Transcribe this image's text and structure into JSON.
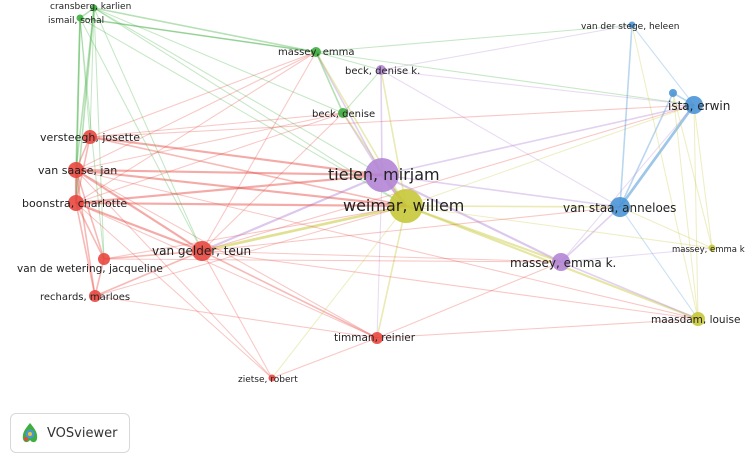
{
  "diagram": {
    "colors": {
      "red": "#e8473f",
      "green": "#3fae3f",
      "blue": "#4a95d6",
      "purple": "#b486d6",
      "yellow": "#c8c83a"
    },
    "nodes": [
      {
        "id": "cransberg",
        "label": "cransberg, karlien",
        "cluster": "green",
        "weight": 1
      },
      {
        "id": "ismail",
        "label": "ismail, sohal",
        "cluster": "green",
        "weight": 1
      },
      {
        "id": "massey_emma",
        "label": "massey, emma",
        "cluster": "green",
        "weight": 2
      },
      {
        "id": "beck_denise",
        "label": "beck, denise",
        "cluster": "green",
        "weight": 2
      },
      {
        "id": "beck_denise_k",
        "label": "beck, denise k.",
        "cluster": "purple",
        "weight": 2
      },
      {
        "id": "versteegh",
        "label": "versteegh, josette",
        "cluster": "red",
        "weight": 2
      },
      {
        "id": "van_saase",
        "label": "van saase, jan",
        "cluster": "red",
        "weight": 3
      },
      {
        "id": "boonstra",
        "label": "boonstra, charlotte",
        "cluster": "red",
        "weight": 3
      },
      {
        "id": "van_gelder",
        "label": "van gelder, teun",
        "cluster": "red",
        "weight": 4
      },
      {
        "id": "van_de_wetering",
        "label": "van de wetering, jacqueline",
        "cluster": "red",
        "weight": 2
      },
      {
        "id": "rechards",
        "label": "rechards, marloes",
        "cluster": "red",
        "weight": 2
      },
      {
        "id": "timman",
        "label": "timman, reinier",
        "cluster": "red",
        "weight": 2
      },
      {
        "id": "zietse",
        "label": "zietse, robert",
        "cluster": "red",
        "weight": 1
      },
      {
        "id": "tielen",
        "label": "tielen, mirjam",
        "cluster": "purple",
        "weight": 8
      },
      {
        "id": "weimar",
        "label": "weimar, willem",
        "cluster": "yellow",
        "weight": 8
      },
      {
        "id": "massey_emma_k",
        "label": "massey, emma k.",
        "cluster": "purple",
        "weight": 4
      },
      {
        "id": "van_der_stege",
        "label": "van der stege, heleen",
        "cluster": "blue",
        "weight": 1
      },
      {
        "id": "blue_small",
        "label": "",
        "cluster": "blue",
        "weight": 1
      },
      {
        "id": "ista",
        "label": "ista, erwin",
        "cluster": "blue",
        "weight": 4
      },
      {
        "id": "van_staa",
        "label": "van staa, anneloes",
        "cluster": "blue",
        "weight": 4
      },
      {
        "id": "massey_emma_k2",
        "label": "massey, emma k",
        "cluster": "yellow",
        "weight": 1
      },
      {
        "id": "maasdam",
        "label": "maasdam, louise",
        "cluster": "yellow",
        "weight": 3
      }
    ],
    "edges": [
      [
        "tielen",
        "weimar",
        5
      ],
      [
        "tielen",
        "van_gelder",
        3
      ],
      [
        "weimar",
        "van_gelder",
        4
      ],
      [
        "tielen",
        "massey_emma_k",
        3
      ],
      [
        "weimar",
        "massey_emma_k",
        3
      ],
      [
        "tielen",
        "van_staa",
        2
      ],
      [
        "weimar",
        "van_staa",
        2
      ],
      [
        "tielen",
        "ista",
        2
      ],
      [
        "weimar",
        "ista",
        1
      ],
      [
        "van_staa",
        "ista",
        4
      ],
      [
        "van_staa",
        "van_der_stege",
        2
      ],
      [
        "ista",
        "van_der_stege",
        1
      ],
      [
        "ista",
        "blue_small",
        2
      ],
      [
        "van_staa",
        "blue_small",
        2
      ],
      [
        "weimar",
        "maasdam",
        3
      ],
      [
        "massey_emma_k",
        "maasdam",
        2
      ],
      [
        "van_staa",
        "maasdam",
        1
      ],
      [
        "weimar",
        "massey_emma_k2",
        1
      ],
      [
        "massey_emma_k",
        "van_staa",
        2
      ],
      [
        "tielen",
        "beck_denise_k",
        2
      ],
      [
        "weimar",
        "beck_denise_k",
        2
      ],
      [
        "tielen",
        "beck_denise",
        2
      ],
      [
        "weimar",
        "beck_denise",
        2
      ],
      [
        "tielen",
        "massey_emma",
        2
      ],
      [
        "weimar",
        "massey_emma",
        2
      ],
      [
        "massey_emma",
        "beck_denise",
        2
      ],
      [
        "massey_emma",
        "cransberg",
        2
      ],
      [
        "massey_emma",
        "ismail",
        2
      ],
      [
        "cransberg",
        "ismail",
        2
      ],
      [
        "cransberg",
        "van_saase",
        2
      ],
      [
        "ismail",
        "van_saase",
        2
      ],
      [
        "cransberg",
        "boonstra",
        2
      ],
      [
        "ismail",
        "boonstra",
        2
      ],
      [
        "cransberg",
        "van_de_wetering",
        1
      ],
      [
        "ismail",
        "van_de_wetering",
        1
      ],
      [
        "ismail",
        "versteegh",
        1
      ],
      [
        "cransberg",
        "versteegh",
        1
      ],
      [
        "cransberg",
        "tielen",
        1
      ],
      [
        "ismail",
        "weimar",
        1
      ],
      [
        "cransberg",
        "weimar",
        1
      ],
      [
        "van_saase",
        "boonstra",
        3
      ],
      [
        "van_saase",
        "versteegh",
        2
      ],
      [
        "boonstra",
        "versteegh",
        2
      ],
      [
        "van_saase",
        "van_gelder",
        3
      ],
      [
        "boonstra",
        "van_gelder",
        3
      ],
      [
        "van_gelder",
        "van_de_wetering",
        2
      ],
      [
        "van_gelder",
        "rechards",
        2
      ],
      [
        "van_saase",
        "rechards",
        2
      ],
      [
        "boonstra",
        "rechards",
        2
      ],
      [
        "boonstra",
        "van_de_wetering",
        2
      ],
      [
        "van_saase",
        "van_de_wetering",
        2
      ],
      [
        "rechards",
        "van_de_wetering",
        2
      ],
      [
        "van_saase",
        "tielen",
        3
      ],
      [
        "boonstra",
        "tielen",
        3
      ],
      [
        "versteegh",
        "tielen",
        3
      ],
      [
        "van_saase",
        "weimar",
        3
      ],
      [
        "boonstra",
        "weimar",
        3
      ],
      [
        "versteegh",
        "weimar",
        2
      ],
      [
        "van_gelder",
        "timman",
        2
      ],
      [
        "weimar",
        "timman",
        2
      ],
      [
        "tielen",
        "timman",
        1
      ],
      [
        "van_gelder",
        "zietse",
        1
      ],
      [
        "boonstra",
        "zietse",
        1
      ],
      [
        "van_saase",
        "zietse",
        1
      ],
      [
        "timman",
        "zietse",
        1
      ],
      [
        "timman",
        "massey_emma_k",
        1
      ],
      [
        "van_saase",
        "timman",
        1
      ],
      [
        "boonstra",
        "timman",
        1
      ],
      [
        "rechards",
        "timman",
        1
      ],
      [
        "van_gelder",
        "massey_emma_k",
        1
      ],
      [
        "van_gelder",
        "beck_denise",
        1
      ],
      [
        "van_gelder",
        "massey_emma",
        1
      ],
      [
        "massey_emma",
        "van_der_stege",
        1
      ],
      [
        "massey_emma",
        "ista",
        1
      ],
      [
        "beck_denise_k",
        "van_staa",
        1
      ],
      [
        "beck_denise_k",
        "ista",
        1
      ],
      [
        "beck_denise_k",
        "van_der_stege",
        1
      ],
      [
        "massey_emma_k",
        "ista",
        1
      ],
      [
        "maasdam",
        "ista",
        1
      ],
      [
        "maasdam",
        "van_der_stege",
        1
      ],
      [
        "maasdam",
        "blue_small",
        1
      ],
      [
        "massey_emma_k2",
        "ista",
        1
      ],
      [
        "massey_emma_k2",
        "blue_small",
        1
      ],
      [
        "massey_emma_k2",
        "van_staa",
        1
      ],
      [
        "versteegh",
        "massey_emma",
        1
      ],
      [
        "versteegh",
        "beck_denise",
        1
      ],
      [
        "van_saase",
        "massey_emma",
        1
      ],
      [
        "boonstra",
        "massey_emma",
        1
      ],
      [
        "boonstra",
        "beck_denise",
        1
      ],
      [
        "van_saase",
        "beck_denise",
        1
      ],
      [
        "van_de_wetering",
        "massey_emma_k",
        1
      ],
      [
        "rechards",
        "weimar",
        1
      ],
      [
        "van_de_wetering",
        "weimar",
        1
      ],
      [
        "van_gelder",
        "van_staa",
        1
      ],
      [
        "van_gelder",
        "ista",
        1
      ],
      [
        "versteegh",
        "ista",
        1
      ],
      [
        "weimar",
        "zietse",
        1
      ],
      [
        "timman",
        "maasdam",
        1
      ],
      [
        "massey_emma_k",
        "massey_emma_k2",
        1
      ],
      [
        "cransberg",
        "beck_denise",
        1
      ],
      [
        "ismail",
        "massey_emma",
        1
      ],
      [
        "beck_denise",
        "beck_denise_k",
        1
      ],
      [
        "massey_emma",
        "beck_denise_k",
        1
      ],
      [
        "cransberg",
        "van_gelder",
        1
      ],
      [
        "ismail",
        "van_gelder",
        1
      ],
      [
        "van_saase",
        "maasdam",
        1
      ],
      [
        "van_gelder",
        "maasdam",
        1
      ]
    ]
  },
  "logo": {
    "text": "VOSviewer"
  }
}
